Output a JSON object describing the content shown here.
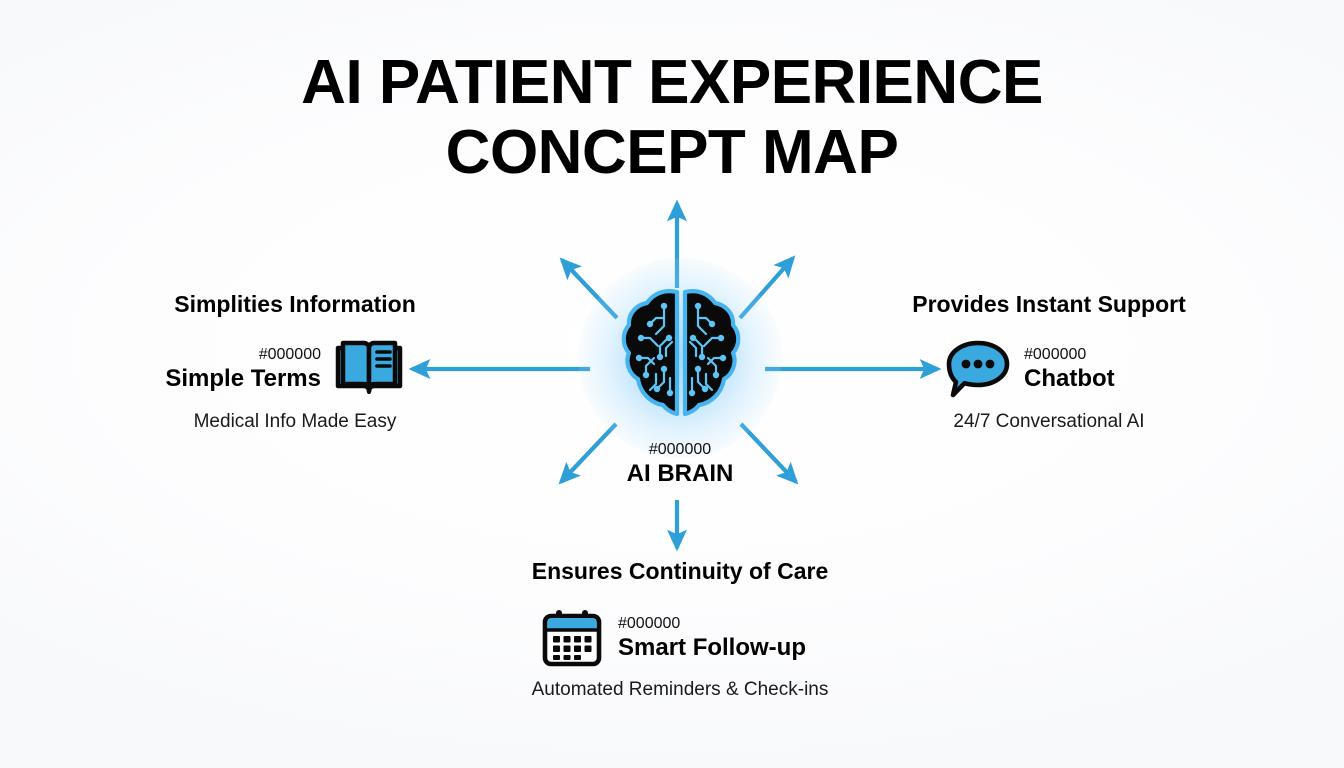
{
  "page": {
    "title_line1": "AI PATIENT EXPERIENCE",
    "title_line2": "CONCEPT MAP",
    "background_color": "#ffffff",
    "accent_color": "#2f9fd8",
    "icon_blue": "#3aa9e0",
    "text_color": "#000000"
  },
  "center": {
    "icon": "ai-brain-icon",
    "hex": "#000000",
    "name": "AI BRAIN",
    "glow_color": "#5ab9f5"
  },
  "nodes": [
    {
      "id": "simplifies-information",
      "position": "left",
      "heading": "Simplities Information",
      "hex": "#000000",
      "name": "Simple Terms",
      "subtitle": "Medical Info Made Easy",
      "icon": "open-book-icon"
    },
    {
      "id": "provides-instant-support",
      "position": "right",
      "heading": "Provides Instant Support",
      "hex": "#000000",
      "name": "Chatbot",
      "subtitle": "24/7 Conversational AI",
      "icon": "chat-bubble-icon"
    },
    {
      "id": "ensures-continuity-of-care",
      "position": "bottom",
      "heading": "Ensures Continuity of Care",
      "hex": "#000000",
      "name": "Smart Follow-up",
      "subtitle": "Automated Reminders & Check-ins",
      "icon": "calendar-icon"
    }
  ],
  "connectors": [
    {
      "id": "arrow-up",
      "direction": "up",
      "from": "ai-brain",
      "to": "top-outward"
    },
    {
      "id": "arrow-down",
      "direction": "down",
      "from": "ai-brain",
      "to": "ensures-continuity-of-care"
    },
    {
      "id": "arrow-left",
      "direction": "left",
      "from": "ai-brain",
      "to": "simplifies-information"
    },
    {
      "id": "arrow-right",
      "direction": "right",
      "from": "ai-brain",
      "to": "provides-instant-support"
    },
    {
      "id": "arrow-up-left",
      "direction": "up-left",
      "from": "ai-brain",
      "to": "outward"
    },
    {
      "id": "arrow-up-right",
      "direction": "up-right",
      "from": "ai-brain",
      "to": "outward"
    },
    {
      "id": "arrow-down-left",
      "direction": "down-left",
      "from": "ai-brain",
      "to": "outward"
    },
    {
      "id": "arrow-down-right",
      "direction": "down-right",
      "from": "ai-brain",
      "to": "outward"
    }
  ]
}
